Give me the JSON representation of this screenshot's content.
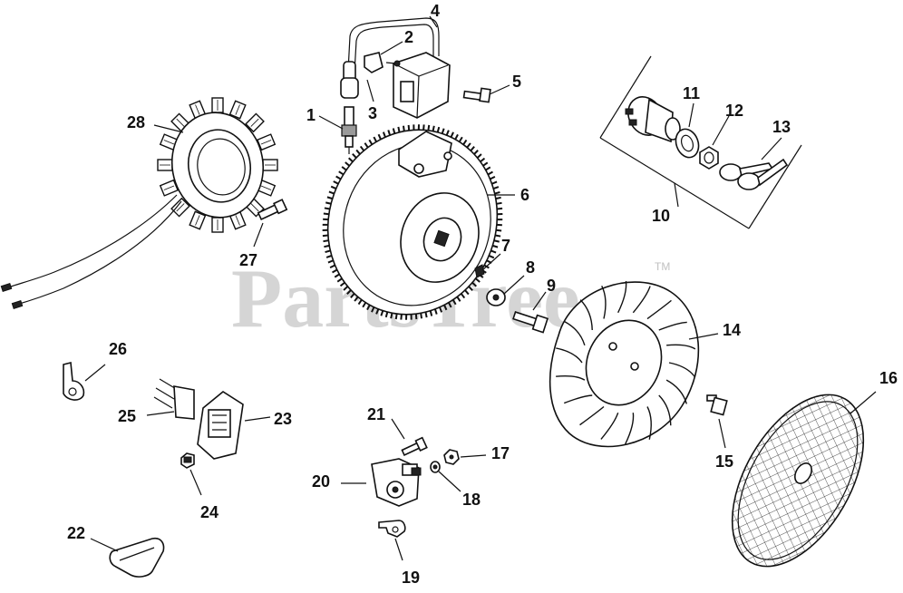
{
  "watermark": {
    "text": "PartsTree",
    "trademark": "TM"
  },
  "labels": {
    "p1": "1",
    "p2": "2",
    "p3": "3",
    "p4": "4",
    "p5": "5",
    "p6": "6",
    "p7": "7",
    "p8": "8",
    "p9": "9",
    "p10": "10",
    "p11": "11",
    "p12": "12",
    "p13": "13",
    "p14": "14",
    "p15": "15",
    "p16": "16",
    "p17": "17",
    "p18": "18",
    "p19": "19",
    "p20": "20",
    "p21": "21",
    "p22": "22",
    "p23": "23",
    "p24": "24",
    "p25": "25",
    "p26": "26",
    "p27": "27",
    "p28": "28"
  }
}
